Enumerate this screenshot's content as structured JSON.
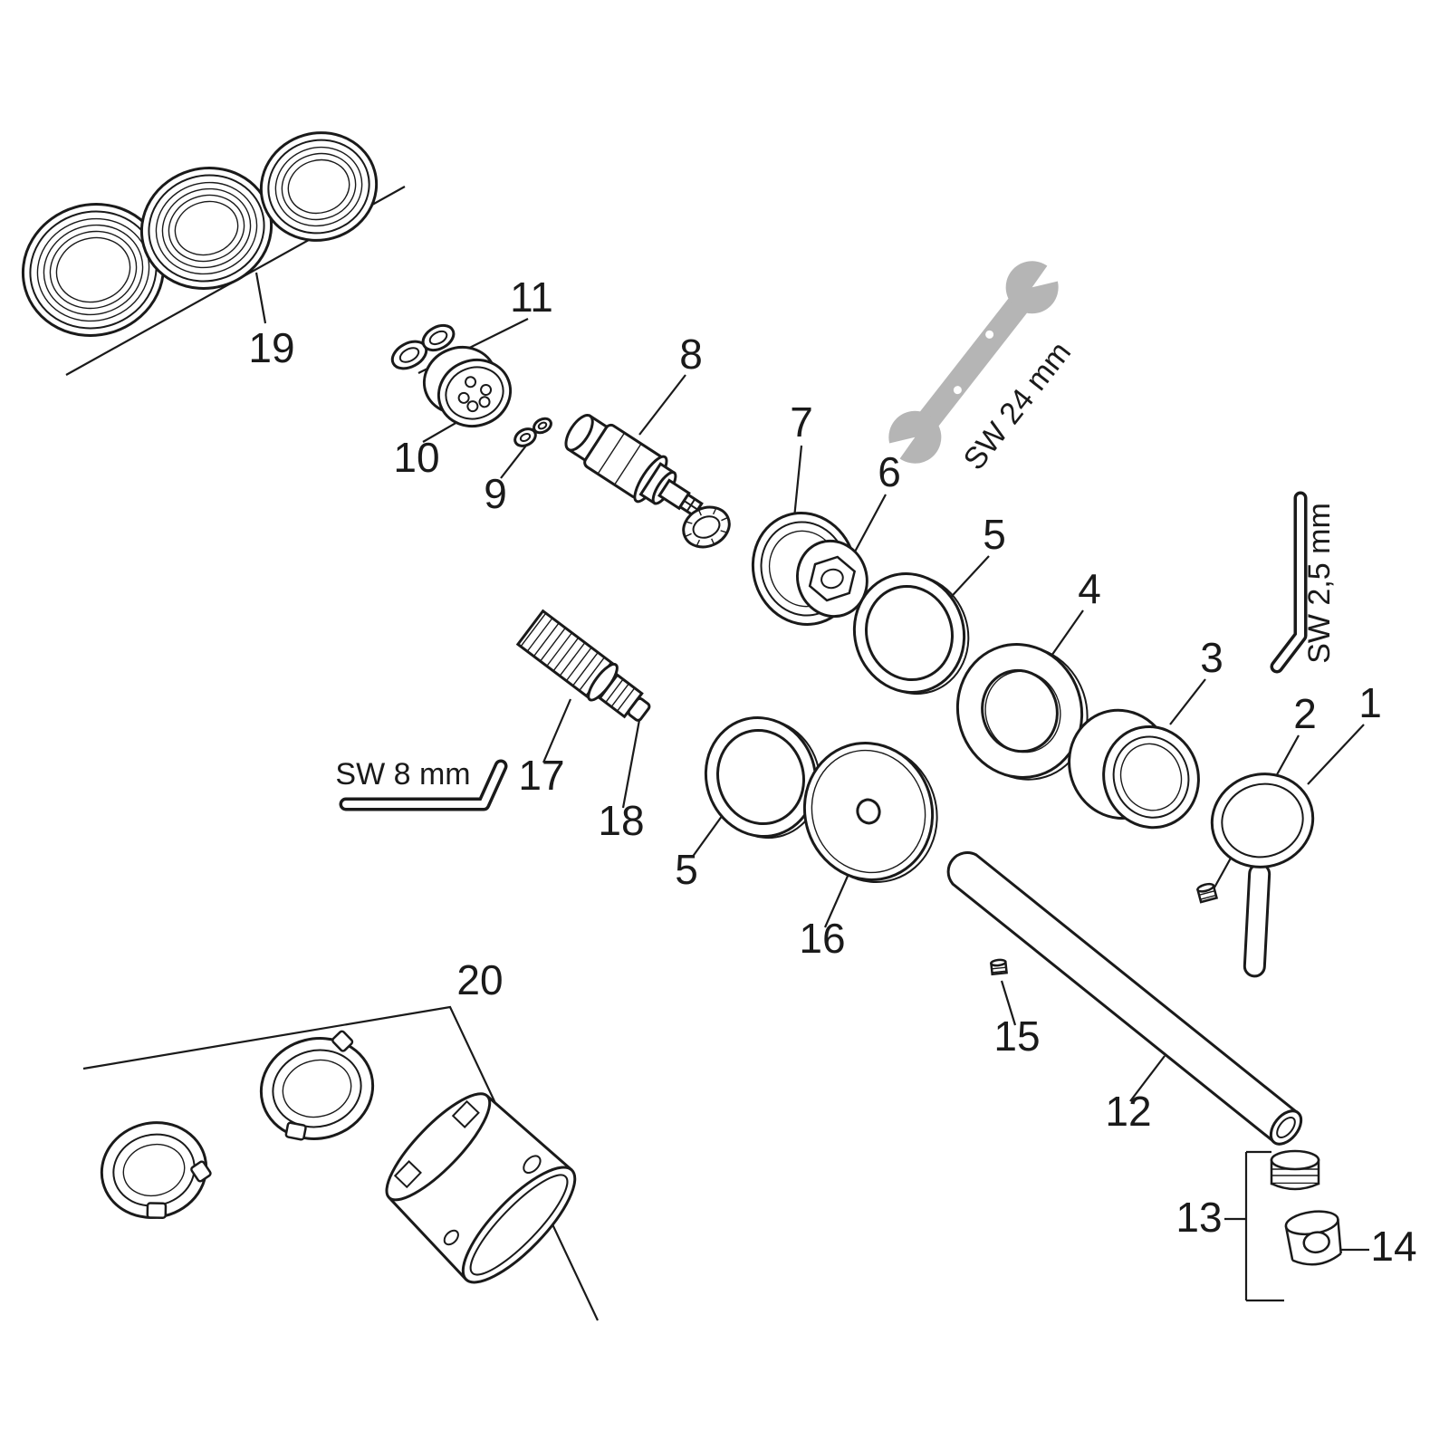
{
  "diagram": {
    "colors": {
      "line": "#1a1a1a",
      "tool_fill": "#b5b5b5",
      "background": "#ffffff"
    },
    "callouts": {
      "n1": "1",
      "n2": "2",
      "n3": "3",
      "n4": "4",
      "n5": "5",
      "n6": "6",
      "n7": "7",
      "n8": "8",
      "n9": "9",
      "n10": "10",
      "n11": "11",
      "n12": "12",
      "n13": "13",
      "n14": "14",
      "n15": "15",
      "n16": "16",
      "n17": "17",
      "n18": "18",
      "n19": "19",
      "n20": "20"
    },
    "tools": {
      "open_end_wrench": "SW 24 mm",
      "hex_key_small": "SW 2,5 mm",
      "hex_key_large": "SW 8 mm"
    }
  }
}
